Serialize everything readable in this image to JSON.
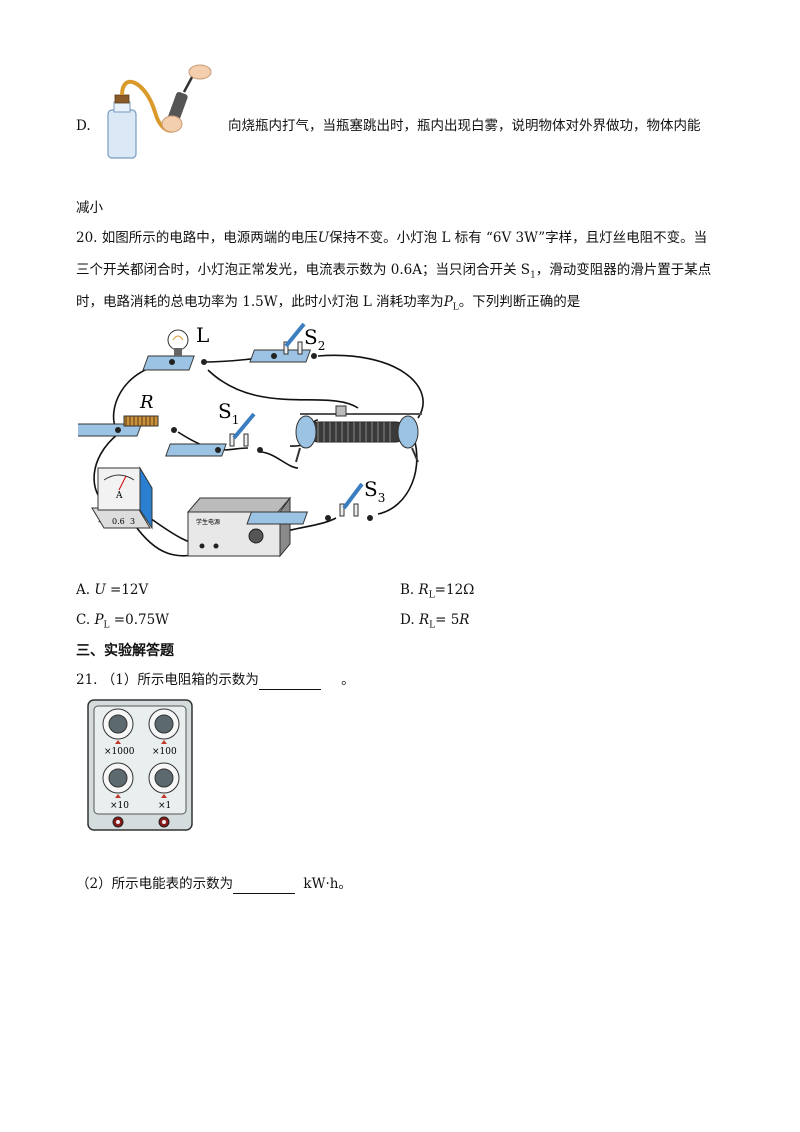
{
  "optionD": {
    "label": "D.",
    "text": "向烧瓶内打气，当瓶塞跳出时，瓶内出现白雾，说明物体对外界做功，物体内能",
    "continuation": "减小"
  },
  "q20": {
    "number": "20.",
    "line1a": "如图所示的电路中，电源两端的电压",
    "U": "U",
    "line1b": "保持不变。小灯泡 L 标有 “6V 3W”字样，且灯丝电阻不变。当",
    "line2": "三个开关都闭合时，小灯泡正常发光，电流表示数为 0.6A；当只闭合开关 S",
    "line2s": "1",
    "line2b": "，滑动变阻器的滑片置于某点",
    "line3a": "时，电路消耗的总电功率为 1.5W，此时小灯泡 L 消耗功率为",
    "P": "P",
    "Lsub": "L",
    "line3b": "。下列判断正确的是",
    "circuit": {
      "L": "L",
      "S2": "S",
      "S2sub": "2",
      "R": "R",
      "S1": "S",
      "S1sub": "1",
      "S3": "S",
      "S3sub": "3",
      "ammeter": "A",
      "amm_minus": "-",
      "amm_06": "0.6",
      "amm_3": "3",
      "supply_label": "学生电源"
    },
    "options": {
      "A_label": "A.",
      "A_var": "U",
      "A_val": " =12V",
      "B_label": "B.",
      "B_var": "R",
      "B_sub": "L",
      "B_val": "=12Ω",
      "C_label": "C.",
      "C_var": "P",
      "C_sub": "L",
      "C_val": " =0.75W",
      "D_label": "D.",
      "D_var": "R",
      "D_sub": "L",
      "D_val": "= 5",
      "D_var2": "R"
    }
  },
  "section3": {
    "title": "三、实验解答题"
  },
  "q21": {
    "number": "21.",
    "part1": "（1）所示电阻箱的示数为",
    "part1_end": "。",
    "box": {
      "m1000": "×1000",
      "m100": "×100",
      "m10": "×10",
      "m1": "×1"
    },
    "part2": "（2）所示电能表的示数为",
    "part2_unit": "kW·h。"
  }
}
